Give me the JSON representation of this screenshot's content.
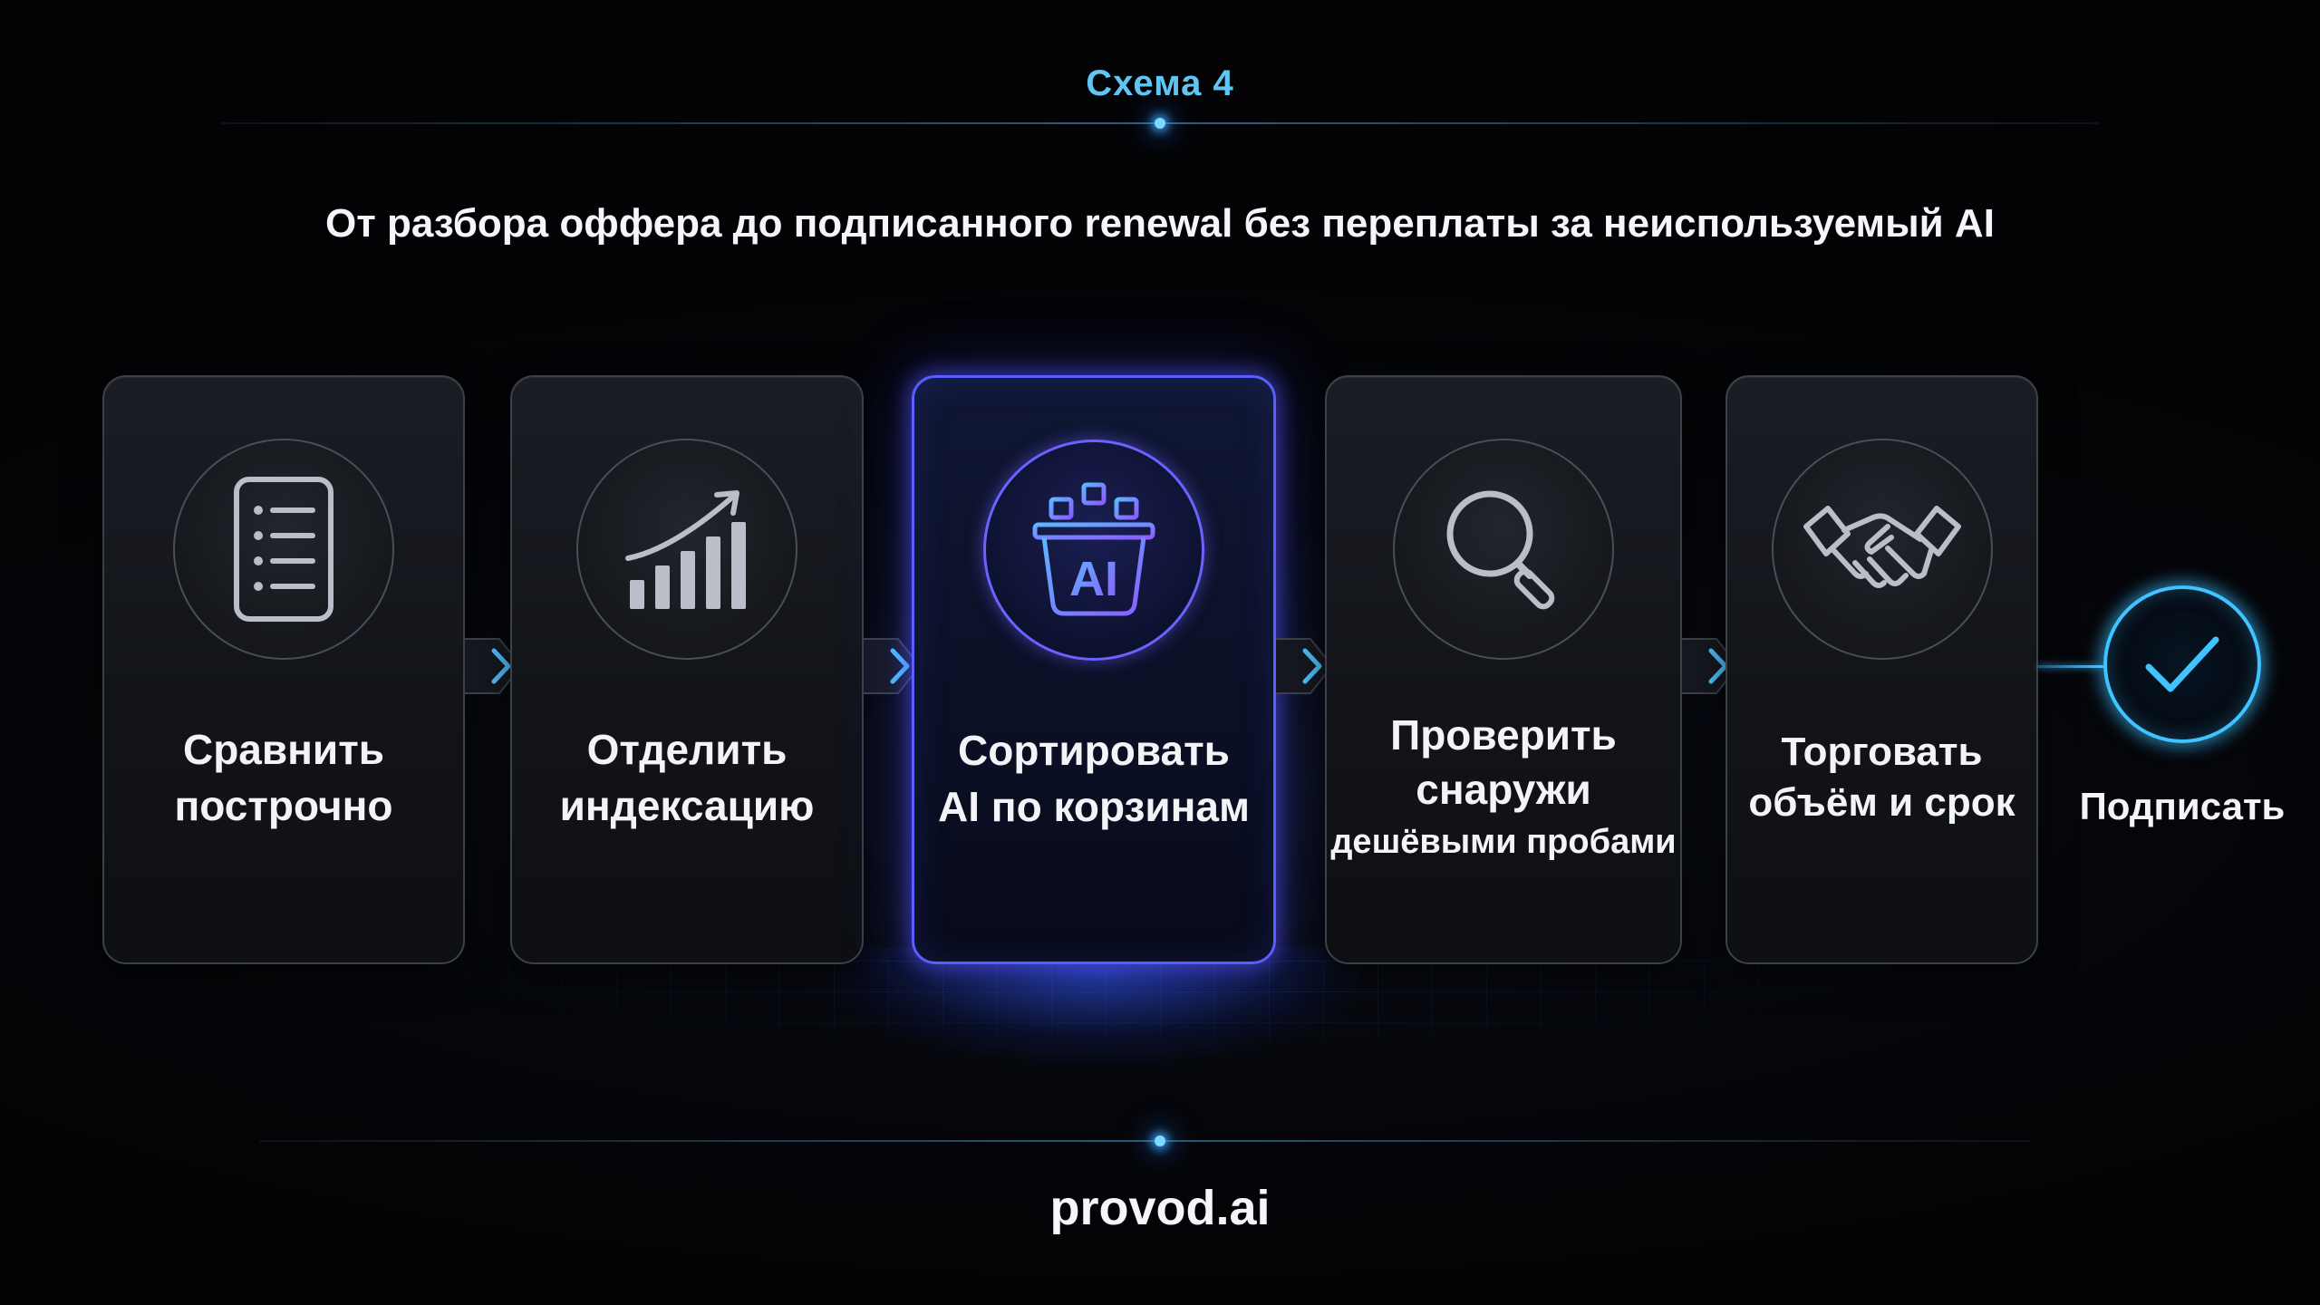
{
  "header": {
    "scheme_label": "Схема 4",
    "headline": "От разбора оффера до подписанного renewal без переплаты за неиспользуемый AI"
  },
  "steps": [
    {
      "id": "compare",
      "icon": "document-list-icon",
      "lines": [
        "Сравнить",
        "построчно"
      ],
      "active": false
    },
    {
      "id": "indexation",
      "icon": "growth-chart-icon",
      "lines": [
        "Отделить",
        "индексацию"
      ],
      "active": false
    },
    {
      "id": "sort-ai",
      "icon": "ai-basket-icon",
      "icon_text": "AI",
      "lines": [
        "Сортировать",
        "AI по корзинам"
      ],
      "active": true
    },
    {
      "id": "check",
      "icon": "magnifier-icon",
      "lines": [
        "Проверить",
        "снаружи",
        "дешёвыми пробами"
      ],
      "active": false
    },
    {
      "id": "negotiate",
      "icon": "handshake-icon",
      "lines": [
        "Торговать",
        "объём и срок"
      ],
      "active": false
    }
  ],
  "finish": {
    "icon": "checkmark-icon",
    "label": "Подписать"
  },
  "footer": {
    "brand": "provod.ai"
  },
  "colors": {
    "accent_cyan": "#5fc6f4",
    "active_border": "#5a5dff",
    "finish_ring": "#3fc4ff",
    "background": "#040507"
  }
}
